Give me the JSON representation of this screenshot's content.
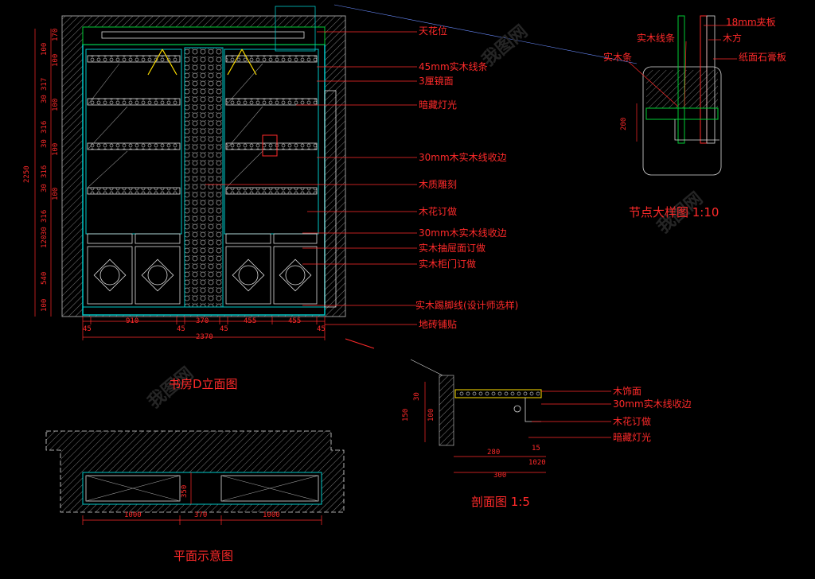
{
  "elevation": {
    "title": "书房D立面图",
    "callouts": [
      "天花位",
      "45mm实木线条",
      "3厘镜面",
      "暗藏灯光",
      "30mm木实木线收边",
      "木质雕刻",
      "木花订做",
      "30mm木实木线收边",
      "实木抽屉面订做",
      "实木柜门订做",
      "实木踢脚线(设计师选样)",
      "地砖铺贴"
    ],
    "bottom_dims": [
      "45",
      "910",
      "45",
      "370",
      "45",
      "455",
      "455",
      "45"
    ],
    "total_width": "2370",
    "height_total": "2250",
    "left_dims": [
      "170",
      "100",
      "100",
      "317",
      "30",
      "100",
      "316",
      "30",
      "100",
      "316",
      "30",
      "100",
      "316",
      "30",
      "120",
      "540",
      "100"
    ]
  },
  "node_detail": {
    "title": "节点大样图 1:10",
    "callouts": [
      "18mm夹板",
      "实木线条",
      "木方",
      "实木条",
      "纸面石膏板"
    ],
    "dim": "200"
  },
  "section": {
    "title": "剖面图 1:5",
    "callouts": [
      "木饰面",
      "30mm实木线收边",
      "木花订做",
      "暗藏灯光"
    ],
    "dims": [
      "280",
      "15",
      "1020",
      "300"
    ],
    "left_dims": [
      "30",
      "150",
      "100"
    ]
  },
  "plan": {
    "title": "平面示意图",
    "dims": [
      "1000",
      "370",
      "1000"
    ],
    "depth": "350"
  },
  "watermark": "我图网",
  "colors": {
    "background": "#000000",
    "annotation": "#ff2a2a",
    "outline": "#00c8c8",
    "yellow": "#ffe000",
    "white_line": "#dcdcdc",
    "green": "#00cc33"
  }
}
